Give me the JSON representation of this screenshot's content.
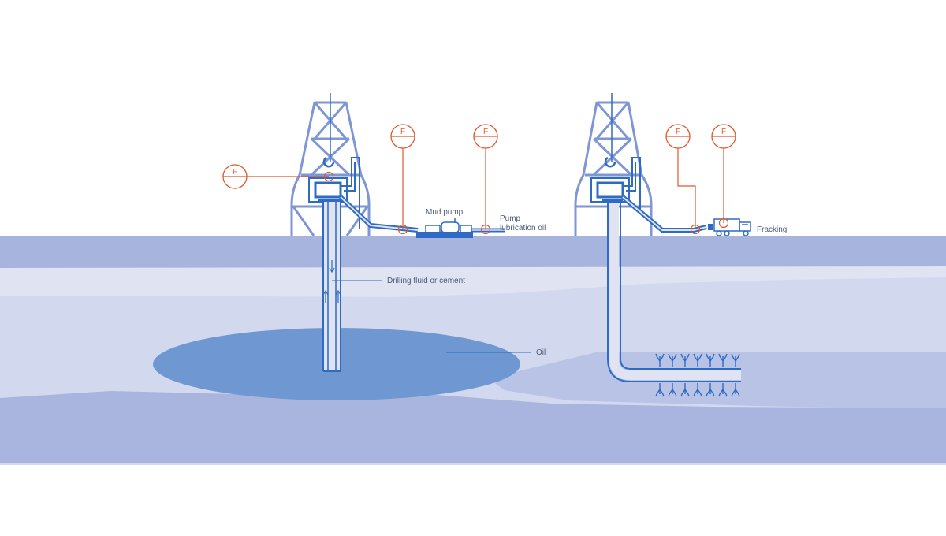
{
  "labels": {
    "mud_pump": "Mud pump",
    "pump_lubrication_line1": "Pump",
    "pump_lubrication_line2": "lubrication oil",
    "drilling_fluid": "Drilling fluid or cement",
    "oil": "Oil",
    "fracking": "Fracking"
  },
  "flow_tag_letter": "F",
  "colors": {
    "accent": "#e2582f",
    "structure": "#7f96d6",
    "pipe": "#2f6bc4",
    "oil": "#6f97d1",
    "surface_layer": "#a7b4dd",
    "layer_light": "#dfe3f2",
    "layer_mid": "#d2d8ee",
    "layer_shale": "#b8c3e6",
    "bedrock": "#a9b5de"
  }
}
